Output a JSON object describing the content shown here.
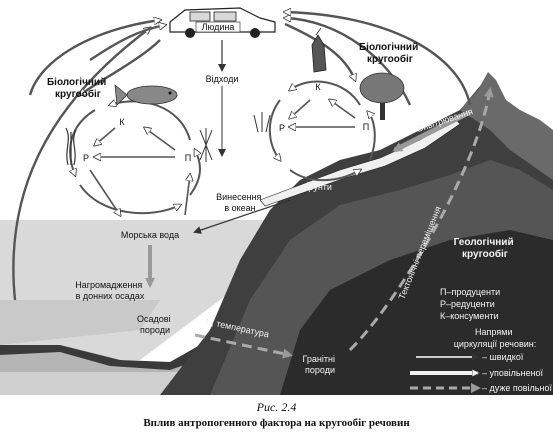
{
  "labels": {
    "human": "Людина",
    "bio_cycle_left": [
      "Біологічний",
      "кругообіг"
    ],
    "bio_cycle_right": [
      "Біологічний",
      "кругообіг"
    ],
    "geo_cycle": [
      "Геологічний",
      "кругообіг"
    ],
    "waste": "Відходи",
    "k_left": "К",
    "p_left": "П",
    "r_left": "Р",
    "k_right": "К",
    "p_right": "П",
    "r_right": "Р",
    "weathering": "Вивітрювання",
    "soils": "Ґрунти",
    "runoff": [
      "Винесення",
      "в океан"
    ],
    "sea_water": "Морська вода",
    "accumulation": [
      "Нагромадження",
      "в донних осадах"
    ],
    "sediments": [
      "Осадові",
      "породи"
    ],
    "temperature": "t°, температура",
    "granite": [
      "Гранітні",
      "породи"
    ],
    "tectonic": "Тектонічні переміщення"
  },
  "legend": {
    "items": [
      "П–продуценти",
      "Р–редуценти",
      "К–консументи"
    ],
    "directions_title": [
      "Напрями",
      "циркуляції речовин:"
    ],
    "fast": "– швидкої",
    "slowed": "– уповільненої",
    "very_slow": "– дуже повільної"
  },
  "caption": {
    "figure": "Рис. 2.4",
    "title": "Вплив антропогенного фактора на кругообіг речовин"
  }
}
